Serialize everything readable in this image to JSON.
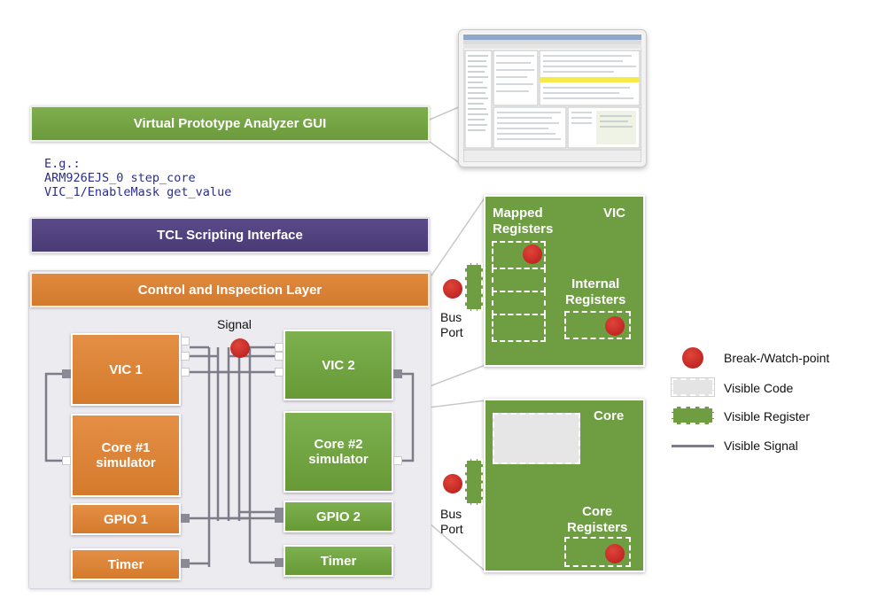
{
  "gui_bar": "Virtual Prototype Analyzer GUI",
  "example_lines": [
    "E.g.:",
    "ARM926EJS_0 step_core",
    "VIC_1/EnableMask get_value"
  ],
  "tcl_bar": "TCL Scripting Interface",
  "control_bar": "Control and Inspection Layer",
  "signal_label": "Signal",
  "left_blocks": {
    "vic": "VIC 1",
    "core_line1": "Core #1",
    "core_line2": "simulator",
    "gpio": "GPIO 1",
    "timer": "Timer"
  },
  "right_blocks": {
    "vic": "VIC 2",
    "core_line1": "Core #2",
    "core_line2": "simulator",
    "gpio": "GPIO 2",
    "timer": "Timer"
  },
  "vic_panel": {
    "title": "VIC",
    "mapped_line1": "Mapped",
    "mapped_line2": "Registers",
    "internal_line1": "Internal",
    "internal_line2": "Registers"
  },
  "core_panel": {
    "title": "Core",
    "regs_line1": "Core",
    "regs_line2": "Registers"
  },
  "bus_port": {
    "line1": "Bus",
    "line2": "Port"
  },
  "legend": {
    "breakpoint": "Break-/Watch-point",
    "code": "Visible Code",
    "register": "Visible Register",
    "signal": "Visible Signal"
  },
  "colors": {
    "green": "#6f9e42",
    "orange": "#d97f33",
    "purple": "#4f3f7e",
    "red": "#c8261f",
    "signal_gray": "#7d7d8a"
  }
}
